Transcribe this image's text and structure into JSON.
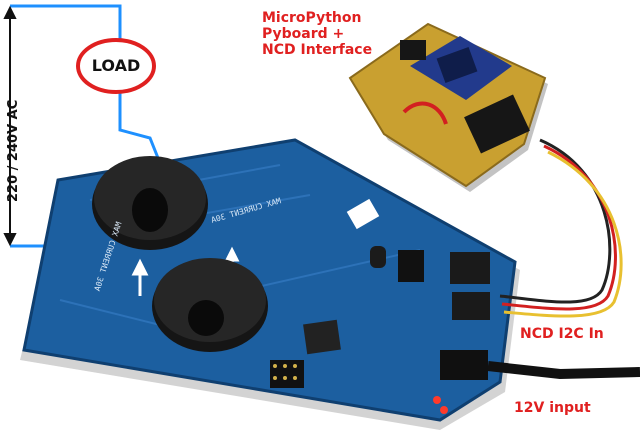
{
  "labels": {
    "pyboard_lines": [
      "MicroPython",
      "Pyboard +",
      "NCD Interface"
    ],
    "load": "LOAD",
    "voltage": "220 / 240V AC",
    "i2c_in": "NCD I2C In",
    "power_in": "12V input"
  },
  "board_silkscreen": {
    "max_current": "MAX CURRENT 30A",
    "max_current_2": "MAX CURRENT 30A"
  },
  "colors": {
    "label_red": "#e02020",
    "pcb_blue": "#1c5fa0",
    "wire_blue": "#1e90ff",
    "sensor_black": "#1a1a1a",
    "load_circle": "#e02020"
  }
}
